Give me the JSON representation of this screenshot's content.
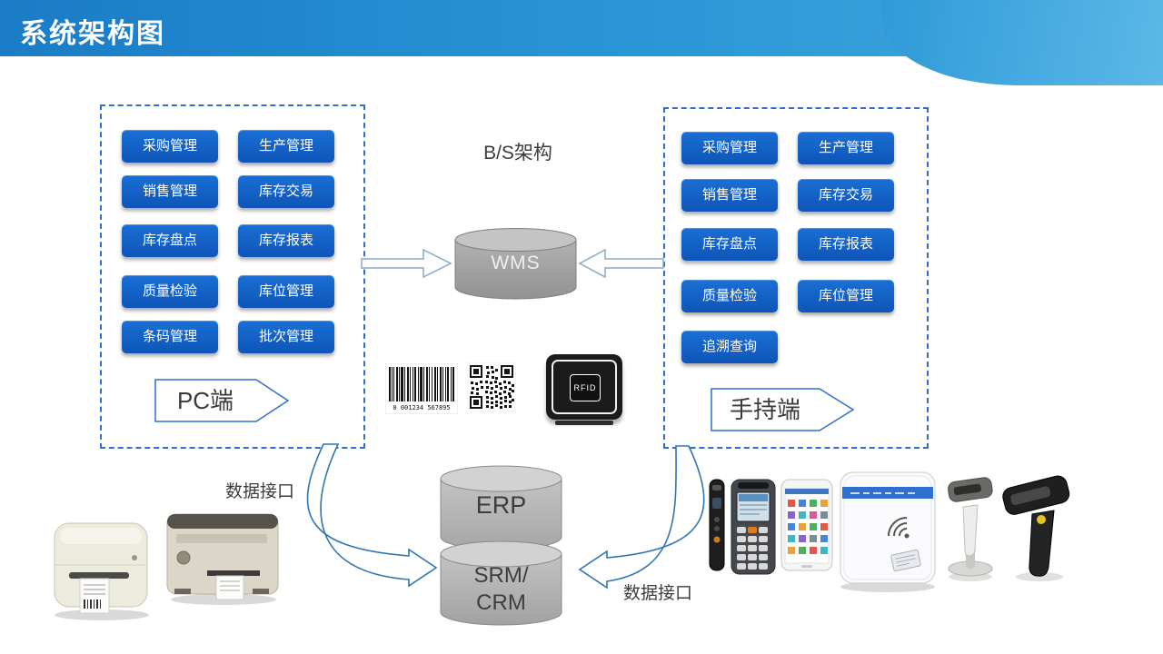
{
  "header": {
    "title": "系统架构图"
  },
  "pc_panel": {
    "label": "PC端",
    "buttons": [
      "采购管理",
      "生产管理",
      "销售管理",
      "库存交易",
      "库存盘点",
      "库存报表",
      "质量检验",
      "库位管理",
      "条码管理",
      "批次管理"
    ]
  },
  "handheld_panel": {
    "label": "手持端",
    "buttons": [
      "采购管理",
      "生产管理",
      "销售管理",
      "库存交易",
      "库存盘点",
      "库存报表",
      "质量检验",
      "库位管理",
      "追溯查询"
    ]
  },
  "center": {
    "architecture_label": "B/S架构",
    "wms_label": "WMS",
    "barcode_digits": "0 001234 567895",
    "rfid_tag_label": "RFID"
  },
  "integration": {
    "erp_label": "ERP",
    "srm_line1": "SRM/",
    "srm_line2": "CRM",
    "left_interface_label": "数据接口",
    "right_interface_label": "数据接口"
  },
  "colors": {
    "header_blue": "#2a96d6",
    "button_blue": "#0f55b8",
    "dashed_border_blue": "#2f6fd0",
    "arrow_outline_blue": "#2e75b6",
    "cylinder_gray": "#a5a5a5"
  }
}
